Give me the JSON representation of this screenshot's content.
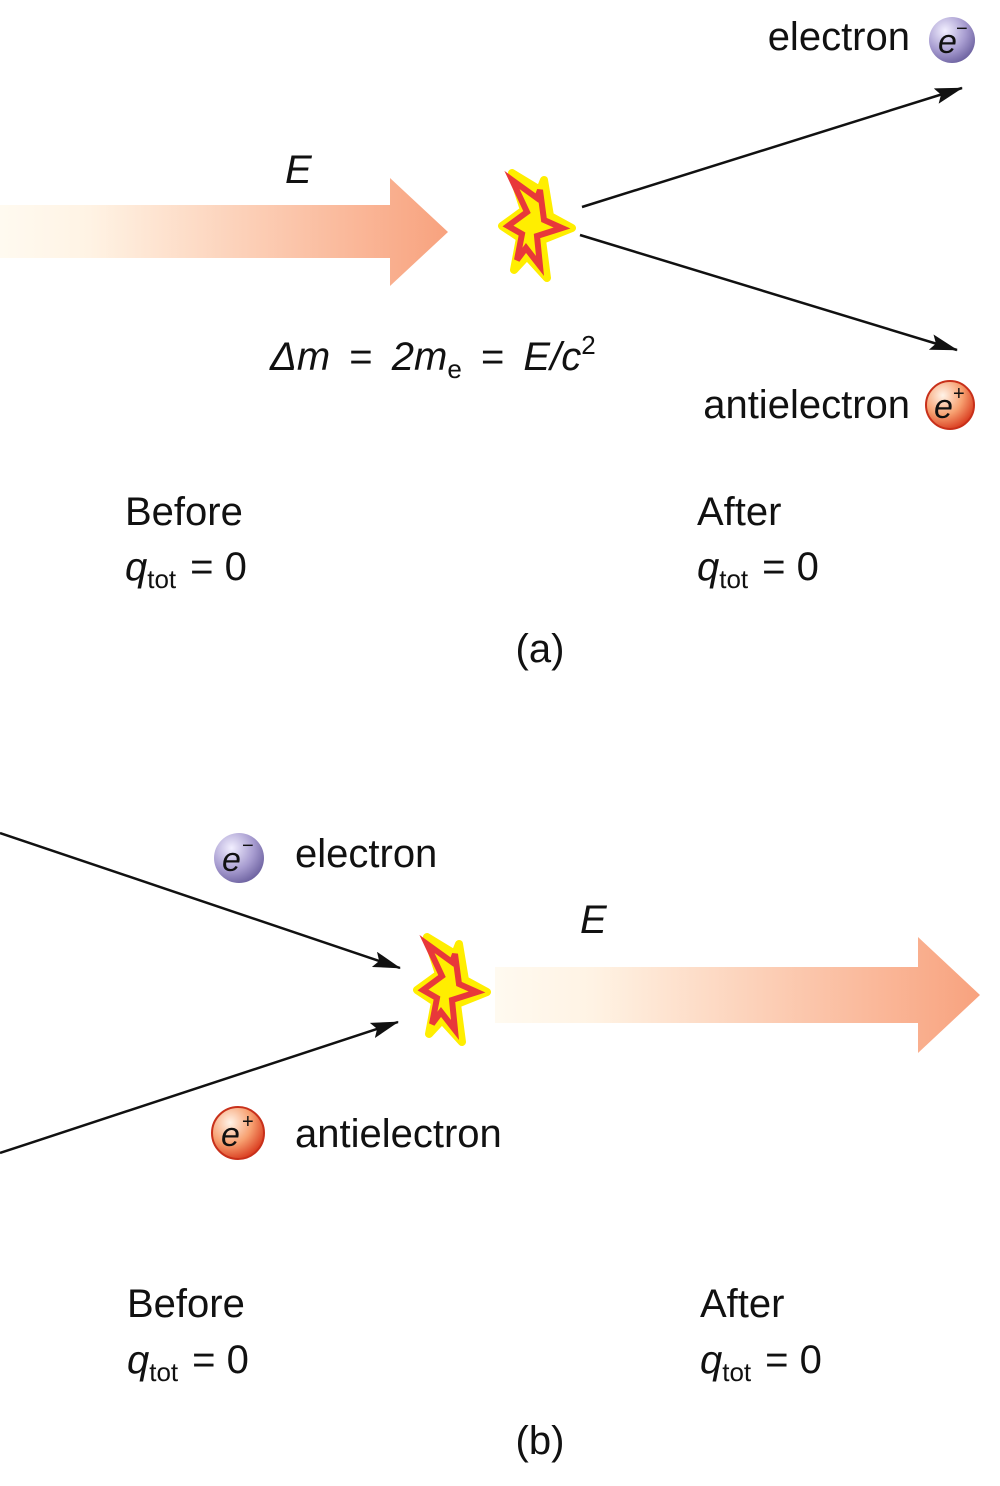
{
  "panel_a": {
    "energy_label": "E",
    "equation": {
      "delta_m": "Δm",
      "eq1": "=",
      "two_m": "2m",
      "sub_e": "e",
      "eq2": "=",
      "e_over": "E/c",
      "sup2": "2"
    },
    "electron_label": "electron",
    "electron_symbol": "e",
    "electron_sign": "−",
    "antielectron_label": "antielectron",
    "antielectron_symbol": "e",
    "antielectron_sign": "+",
    "before": {
      "title": "Before",
      "q": "q",
      "sub": "tot",
      "value": "= 0"
    },
    "after": {
      "title": "After",
      "q": "q",
      "sub": "tot",
      "value": "= 0"
    },
    "caption": "(a)"
  },
  "panel_b": {
    "energy_label": "E",
    "electron_label": "electron",
    "electron_symbol": "e",
    "electron_sign": "−",
    "antielectron_label": "antielectron",
    "antielectron_symbol": "e",
    "antielectron_sign": "+",
    "before": {
      "title": "Before",
      "q": "q",
      "sub": "tot",
      "value": "= 0"
    },
    "after": {
      "title": "After",
      "q": "q",
      "sub": "tot",
      "value": "= 0"
    },
    "caption": "(b)"
  },
  "colors": {
    "arrow_end": "#f8a27e",
    "arrow_start": "#fffaf0",
    "electron": "#a79cd0",
    "antielectron": "#e8502e",
    "burst_outer": "#ffee00",
    "burst_inner": "#e8383a"
  }
}
